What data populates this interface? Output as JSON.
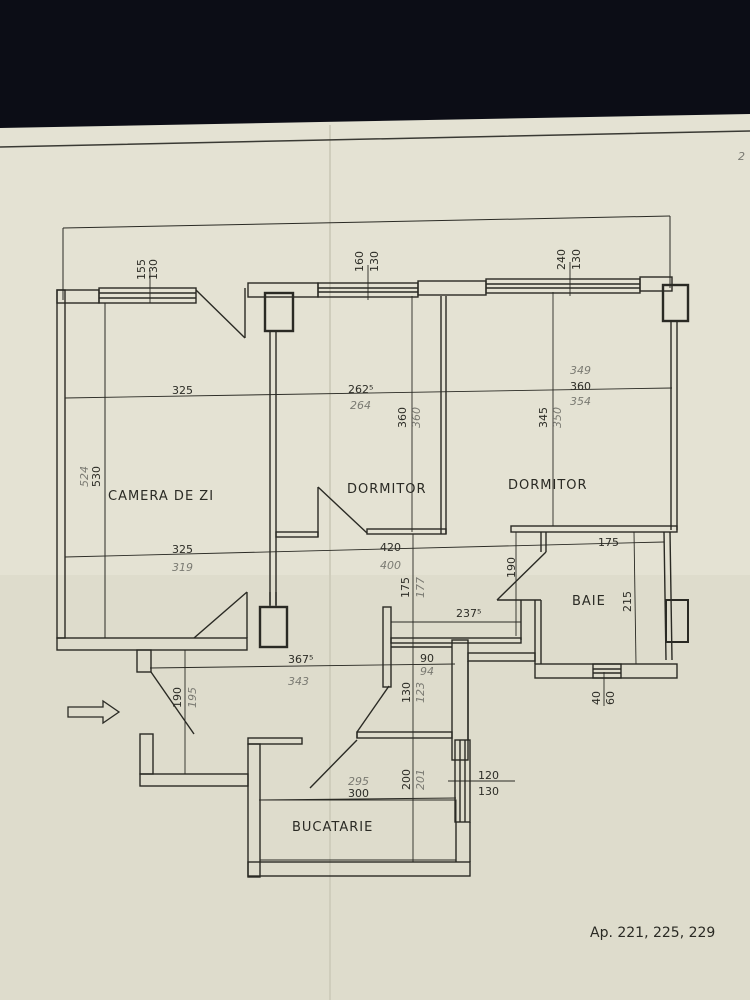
{
  "document": {
    "type": "apartment floor plan (hand-drafted blueprint)",
    "page_marker": "2",
    "apartment_label": "Ap. 221, 225, 229",
    "entrance_arrow": "arrow-right-icon"
  },
  "colors": {
    "background_dark": "#0c0d16",
    "paper": "#e4e2d3",
    "paper_shadow": "#d8d6c4",
    "ink": "#2a2a24",
    "pencil": "#7a7a72"
  },
  "rooms": [
    {
      "id": "camera-de-zi",
      "label": "CAMERA DE ZI",
      "width": "325",
      "width_alt": "319",
      "depth": "530",
      "depth_alt": "524",
      "window": {
        "width": "155",
        "height": "130"
      }
    },
    {
      "id": "dormitor-1",
      "label": "DORMITOR",
      "width": "262⁵",
      "width_alt": "264",
      "depth": "360",
      "depth_alt": "360",
      "window": {
        "width": "160",
        "height": "130"
      }
    },
    {
      "id": "dormitor-2",
      "label": "DORMITOR",
      "width": "360",
      "width_alt": "349",
      "width_alt2": "354",
      "depth": "345",
      "depth_alt": "350",
      "window": {
        "width": "240",
        "height": "130"
      }
    },
    {
      "id": "baie",
      "label": "BAIE",
      "width": "175",
      "depth": "215",
      "window": {
        "width": "40",
        "height": "60"
      }
    },
    {
      "id": "bucatarie",
      "label": "BUCATARIE",
      "width": "300",
      "width_alt": "295",
      "depth": "200",
      "depth_alt": "201",
      "window": {
        "width": "120",
        "height": "130"
      }
    }
  ],
  "dimensions": {
    "living_bottom": "325",
    "living_bottom_alt": "319",
    "hall_width": "420",
    "hall_width_alt": "400",
    "hall_depth": "175",
    "hall_depth_alt": "177",
    "corridor_length": "237⁵",
    "bath_door_height": "190",
    "entry_length": "367⁵",
    "entry_length_alt": "343",
    "entry_depth": "190",
    "entry_depth_alt": "195",
    "closet_width": "90",
    "closet_width_alt": "94",
    "closet_depth": "130",
    "closet_depth_alt": "123"
  }
}
